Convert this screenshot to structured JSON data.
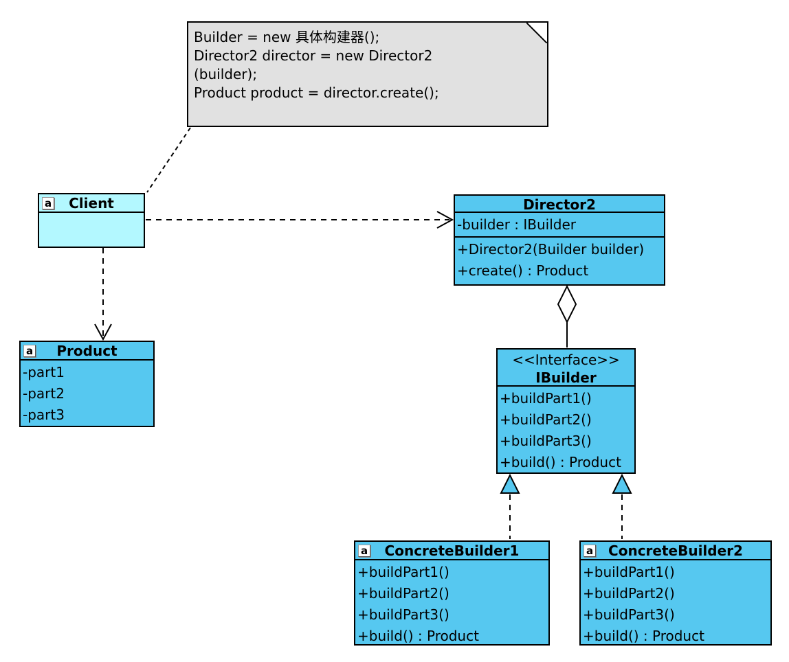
{
  "note": {
    "lines": [
      "Builder = new 具体构建器();",
      "Director2 director = new Director2",
      "(builder);",
      "Product product = director.create();"
    ]
  },
  "classes": {
    "client": {
      "icon": "a",
      "name": "Client"
    },
    "director2": {
      "name": "Director2",
      "attributes": [
        "-builder : IBuilder"
      ],
      "methods": [
        "+Director2(Builder builder)",
        "+create() : Product"
      ]
    },
    "product": {
      "icon": "a",
      "name": "Product",
      "attributes": [
        "-part1",
        "-part2",
        "-part3"
      ]
    },
    "ibuilder": {
      "stereotype": "<<Interface>>",
      "name": "IBuilder",
      "methods": [
        "+buildPart1()",
        "+buildPart2()",
        "+buildPart3()",
        "+build() : Product"
      ]
    },
    "concrete_builder1": {
      "icon": "a",
      "name": "ConcreteBuilder1",
      "methods": [
        "+buildPart1()",
        "+buildPart2()",
        "+buildPart3()",
        "+build() : Product"
      ]
    },
    "concrete_builder2": {
      "icon": "a",
      "name": "ConcreteBuilder2",
      "methods": [
        "+buildPart1()",
        "+buildPart2()",
        "+buildPart3()",
        "+build() : Product"
      ]
    }
  },
  "relationships": [
    {
      "type": "anchor",
      "from": "note",
      "to": "Client",
      "line": "dashed"
    },
    {
      "type": "dependency",
      "from": "Client",
      "to": "Director2",
      "line": "dashed",
      "head": "open-arrow"
    },
    {
      "type": "dependency",
      "from": "Client",
      "to": "Product",
      "line": "dashed",
      "head": "open-arrow"
    },
    {
      "type": "aggregation",
      "from": "Director2",
      "to": "IBuilder",
      "line": "solid",
      "head": "hollow-diamond-at-director2"
    },
    {
      "type": "realization",
      "from": "ConcreteBuilder1",
      "to": "IBuilder",
      "line": "dashed",
      "head": "hollow-triangle"
    },
    {
      "type": "realization",
      "from": "ConcreteBuilder2",
      "to": "IBuilder",
      "line": "dashed",
      "head": "hollow-triangle"
    }
  ],
  "colors": {
    "class_fill": "#56C8F0",
    "client_fill": "#B3F8FF",
    "note_fill": "#E1E1E1",
    "outline": "#000000",
    "background": "#FFFFFF"
  }
}
